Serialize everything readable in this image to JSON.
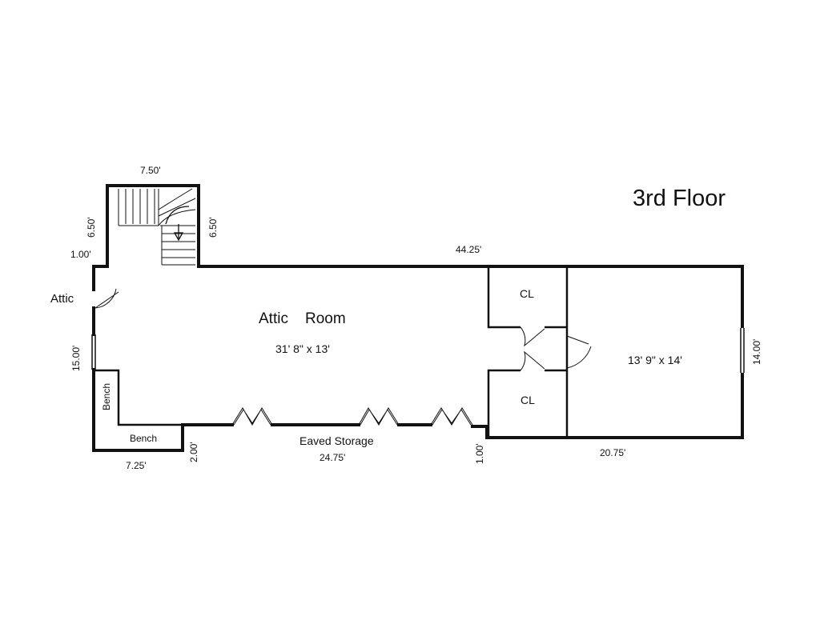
{
  "plan": {
    "title": "3rd Floor",
    "rooms": {
      "attic_room_word1": "Attic",
      "attic_room_word2": "Room",
      "attic_room_size": "31' 8\" x 13'",
      "closet_top": "CL",
      "closet_bottom": "CL",
      "east_room_size": "13' 9\" x 14'",
      "attic": "Attic",
      "bench_vertical": "Bench",
      "bench_horizontal": "Bench",
      "eaved_storage": "Eaved Storage"
    },
    "dimensions": {
      "stair_width": "7.50'",
      "stair_left_height": "6.50'",
      "stair_right_height": "6.50'",
      "left_offset": "1.00'",
      "top_length": "44.25'",
      "left_height": "15.00'",
      "right_height": "14.00'",
      "bench_width": "7.25'",
      "bench_step": "2.00'",
      "storage_length": "24.75'",
      "storage_step": "1.00'",
      "east_length": "20.75'"
    }
  }
}
